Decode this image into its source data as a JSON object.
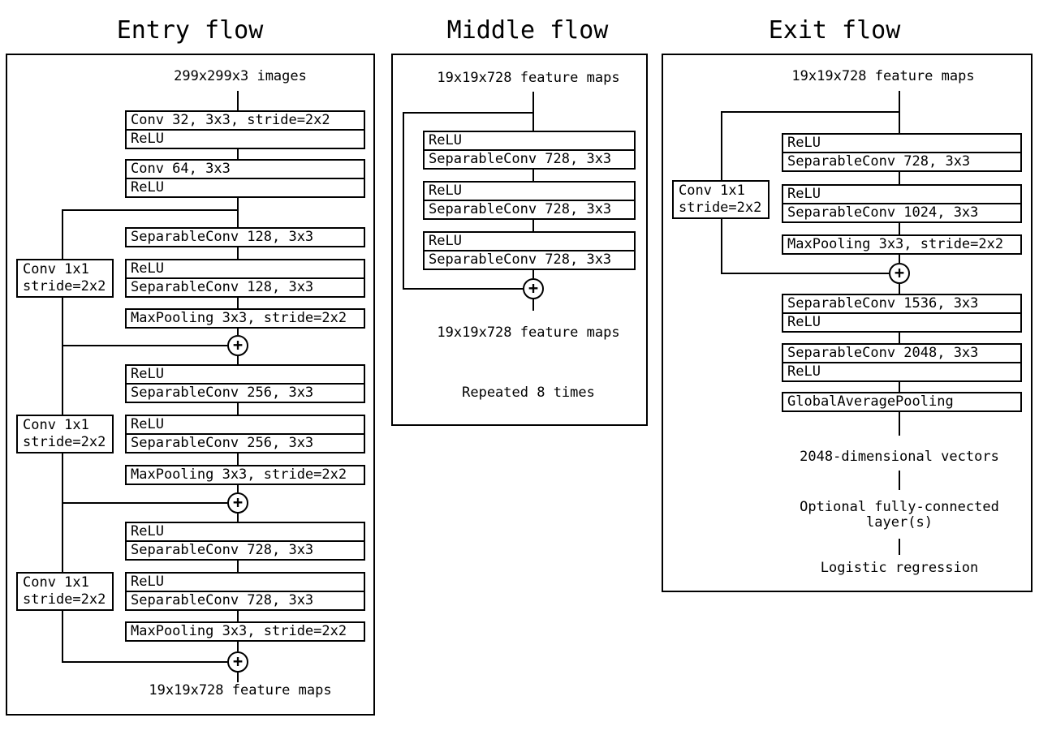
{
  "diagram": {
    "symbols": {
      "plus": "+"
    },
    "entry": {
      "title": "Entry flow",
      "input_label": "299x299x3 images",
      "output_label": "19x19x728 feature maps",
      "boxes": [
        {
          "lines": [
            "Conv 32, 3x3, stride=2x2",
            "ReLU"
          ]
        },
        {
          "lines": [
            "Conv 64, 3x3",
            "ReLU"
          ]
        },
        {
          "lines": [
            "SeparableConv 128, 3x3"
          ]
        },
        {
          "lines": [
            "ReLU",
            "SeparableConv 128, 3x3"
          ]
        },
        {
          "lines": [
            "MaxPooling 3x3, stride=2x2"
          ]
        },
        {
          "lines": [
            "ReLU",
            "SeparableConv 256, 3x3"
          ]
        },
        {
          "lines": [
            "ReLU",
            "SeparableConv 256, 3x3"
          ]
        },
        {
          "lines": [
            "MaxPooling 3x3, stride=2x2"
          ]
        },
        {
          "lines": [
            "ReLU",
            "SeparableConv 728, 3x3"
          ]
        },
        {
          "lines": [
            "ReLU",
            "SeparableConv 728, 3x3"
          ]
        },
        {
          "lines": [
            "MaxPooling 3x3, stride=2x2"
          ]
        }
      ],
      "skip_boxes": [
        {
          "lines": [
            "Conv 1x1",
            "stride=2x2"
          ]
        },
        {
          "lines": [
            "Conv 1x1",
            "stride=2x2"
          ]
        },
        {
          "lines": [
            "Conv 1x1",
            "stride=2x2"
          ]
        }
      ]
    },
    "middle": {
      "title": "Middle flow",
      "input_label": "19x19x728 feature maps",
      "output_label": "19x19x728 feature maps",
      "note": "Repeated 8 times",
      "boxes": [
        {
          "lines": [
            "ReLU",
            "SeparableConv 728, 3x3"
          ]
        },
        {
          "lines": [
            "ReLU",
            "SeparableConv 728, 3x3"
          ]
        },
        {
          "lines": [
            "ReLU",
            "SeparableConv 728, 3x3"
          ]
        }
      ]
    },
    "exit": {
      "title": "Exit flow",
      "input_label": "19x19x728 feature maps",
      "boxes": [
        {
          "lines": [
            "ReLU",
            "SeparableConv 728, 3x3"
          ]
        },
        {
          "lines": [
            "ReLU",
            "SeparableConv 1024, 3x3"
          ]
        },
        {
          "lines": [
            "MaxPooling 3x3, stride=2x2"
          ]
        },
        {
          "lines": [
            "SeparableConv 1536, 3x3",
            "ReLU"
          ]
        },
        {
          "lines": [
            "SeparableConv 2048, 3x3",
            "ReLU"
          ]
        },
        {
          "lines": [
            "GlobalAveragePooling"
          ]
        }
      ],
      "skip_box": {
        "lines": [
          "Conv 1x1",
          "stride=2x2"
        ]
      },
      "tail_labels": [
        "2048-dimensional vectors",
        "Optional fully-connected layer(s)",
        "Logistic regression"
      ]
    }
  }
}
